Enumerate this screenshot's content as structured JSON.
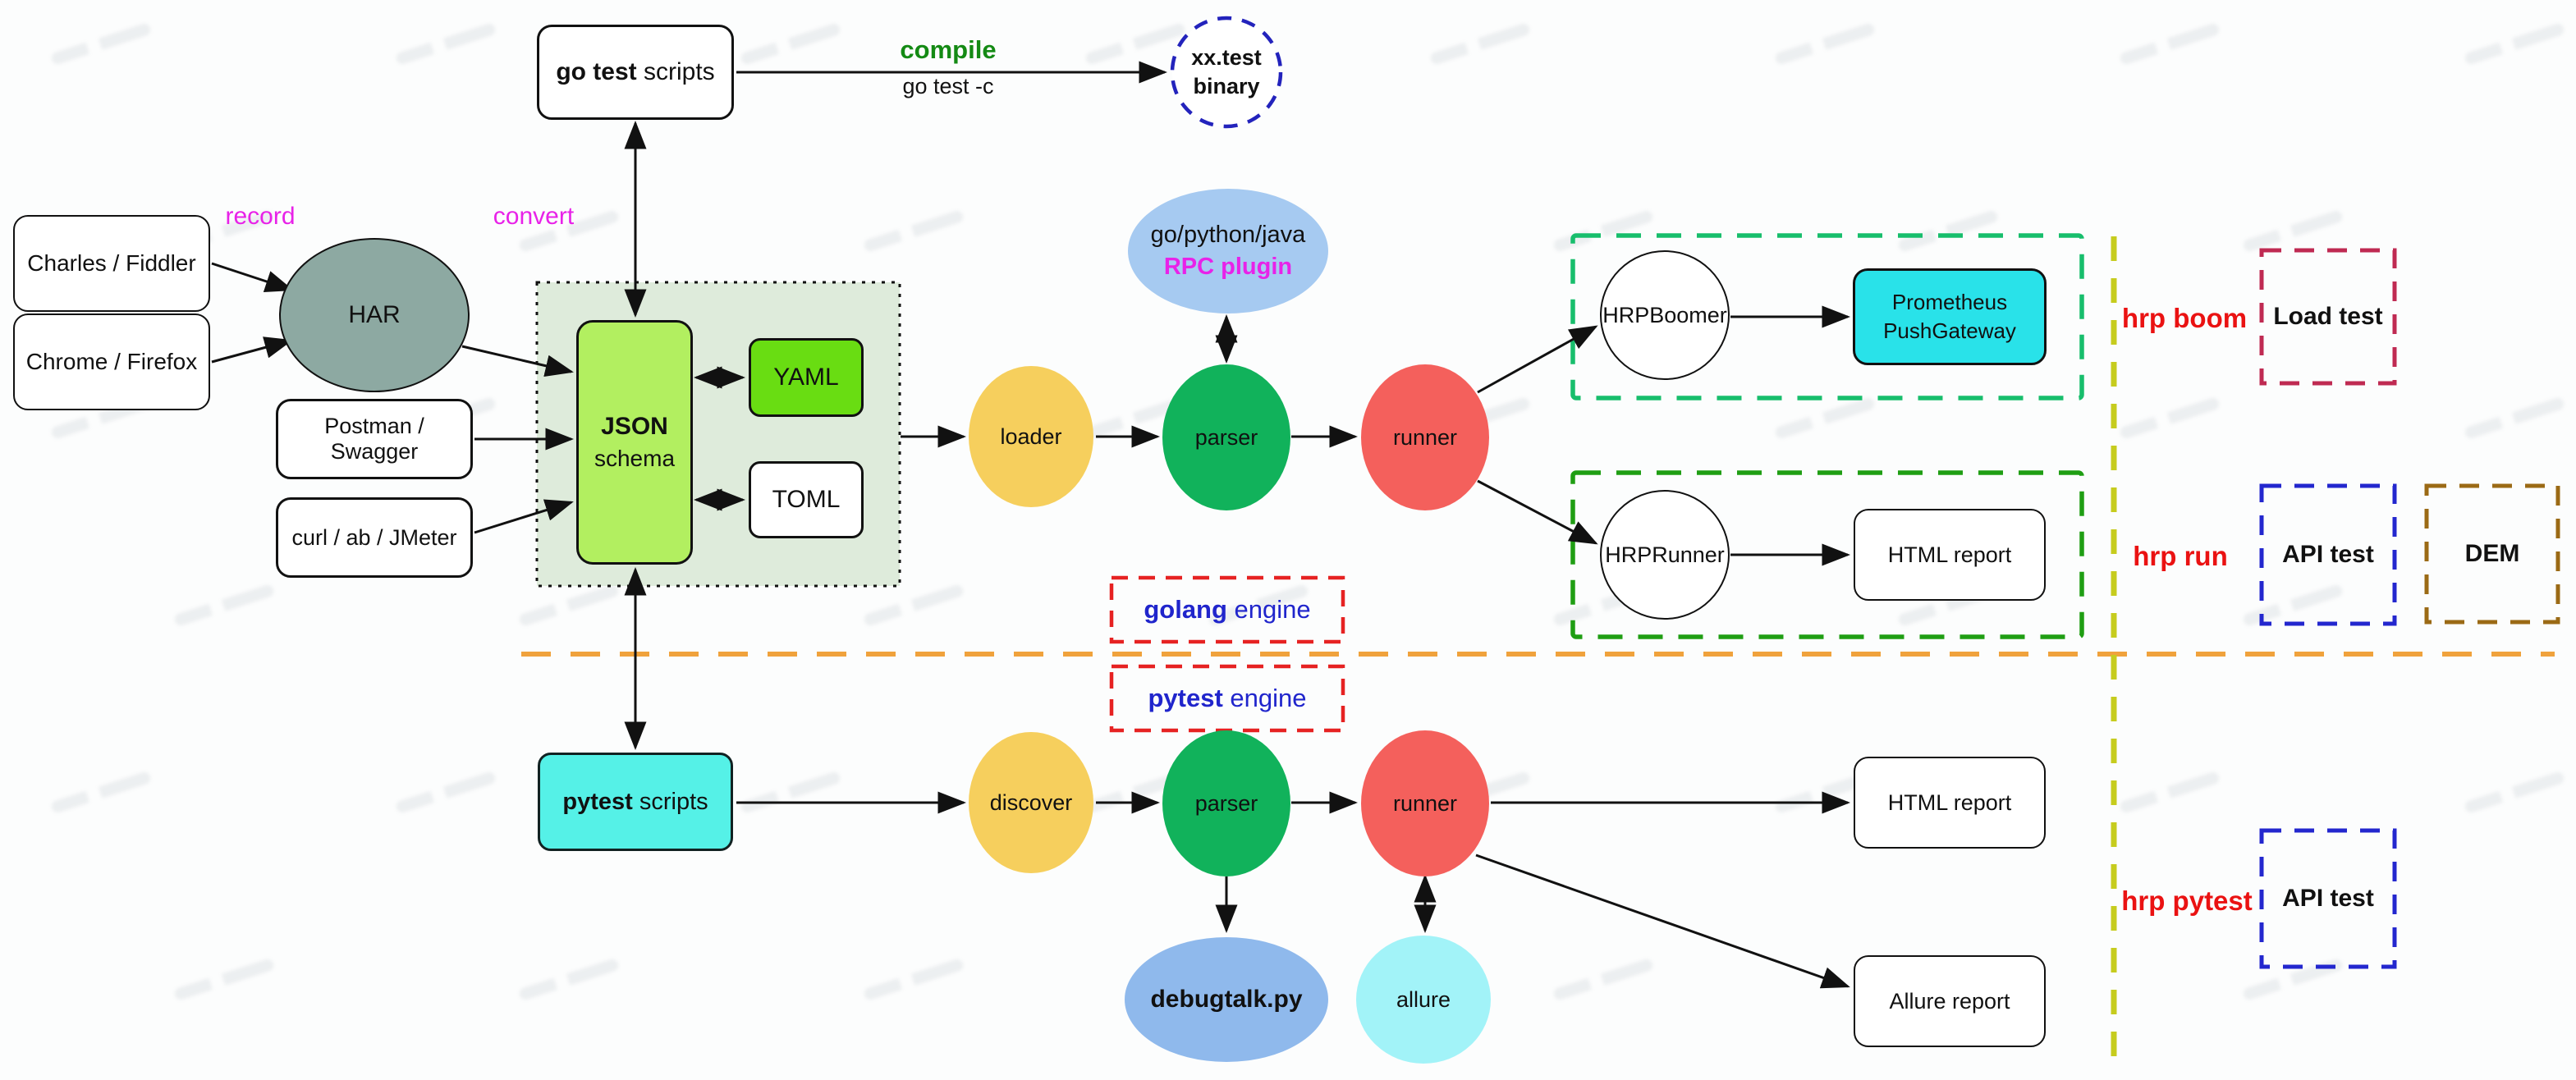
{
  "title": "HttpRunner architecture diagram",
  "top": {
    "go_test_scripts": {
      "bold": "go test",
      "rest": " scripts"
    },
    "compile": {
      "label": "compile",
      "command": "go test -c"
    },
    "xx_test": {
      "line1": "xx.test",
      "line2": "binary"
    },
    "record_label": "record",
    "convert_label": "convert"
  },
  "sources": {
    "charles": "Charles / Fiddler",
    "chrome": "Chrome / Firefox",
    "har": "HAR",
    "postman": "Postman / Swagger",
    "curl": "curl / ab / JMeter"
  },
  "schema": {
    "json": {
      "bold": "JSON",
      "rest": "schema"
    },
    "yaml": "YAML",
    "toml": "TOML"
  },
  "pipeline_go": {
    "loader": "loader",
    "parser": "parser",
    "runner": "runner",
    "rpc": {
      "line1": "go/python/java",
      "line2": "RPC plugin"
    }
  },
  "boom_group": {
    "hrpboomer": "HRPBoomer",
    "prometheus": {
      "line1": "Prometheus",
      "line2": "PushGateway"
    }
  },
  "run_group": {
    "hrprunner": "HRPRunner",
    "html_report": "HTML report"
  },
  "right_labels": {
    "hrp_boom": "hrp boom",
    "load_test": "Load test",
    "hrp_run": "hrp run",
    "api_test": "API test",
    "dem": "DEM",
    "hrp_pytest": "hrp pytest",
    "api_test2": "API test"
  },
  "engines": {
    "golang": {
      "bold": "golang",
      "rest": " engine"
    },
    "pytest": {
      "bold": "pytest",
      "rest": " engine"
    }
  },
  "pipeline_pytest": {
    "pytest_scripts": {
      "bold": "pytest",
      "rest": " scripts"
    },
    "discover": "discover",
    "parser": "parser",
    "runner": "runner",
    "debugtalk": "debugtalk.py",
    "allure": "allure",
    "html_report": "HTML report",
    "allure_report": "Allure report"
  },
  "colors": {
    "background": "#FCFDFD",
    "node_border": "#111111",
    "har_fill": "#8DA9A2",
    "schema_container_fill": "#DEEBDB",
    "json_fill": "#B2EF60",
    "yaml_fill": "#69DD12",
    "loader_fill": "#F6CF5D",
    "parser_fill": "#11B25B",
    "runner_fill": "#F4605C",
    "rpc_fill": "#A6CAF1",
    "prometheus_fill": "#29E2E9",
    "pytest_scripts_fill": "#55F1E7",
    "debugtalk_fill": "#8FB9EC",
    "allure_fill": "#A2F3F8",
    "green_dash": "#17BE6C",
    "dark_green_dash": "#1F9E13",
    "crimson_dash": "#BF2A52",
    "blue_dash": "#2327CE",
    "brown_dash": "#9B6A15",
    "red_dash": "#E62222",
    "orange_dash": "#F0A23C",
    "yellow_dash": "#C6CC1E",
    "magenta_text": "#E822E8",
    "compile_green": "#148A14",
    "hrp_red": "#EA1212",
    "engine_blue": "#2025CC",
    "xx_test_dash": "#2323BC"
  }
}
